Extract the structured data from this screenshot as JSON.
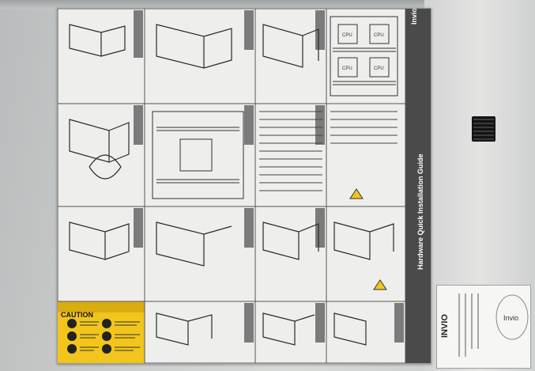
{
  "sticker": {
    "brand": "Invio",
    "title": "Hardware Quick Installation Guide",
    "caution_heading": "CAUTION"
  },
  "asset_tag": {
    "brand": "INVIO"
  },
  "colors": {
    "caution_yellow": "#f2c51c",
    "panel_header": "#7b7b7b",
    "sticker_bg": "#eeeeec",
    "chassis": "#cdd0cf",
    "vent": "#141414"
  }
}
